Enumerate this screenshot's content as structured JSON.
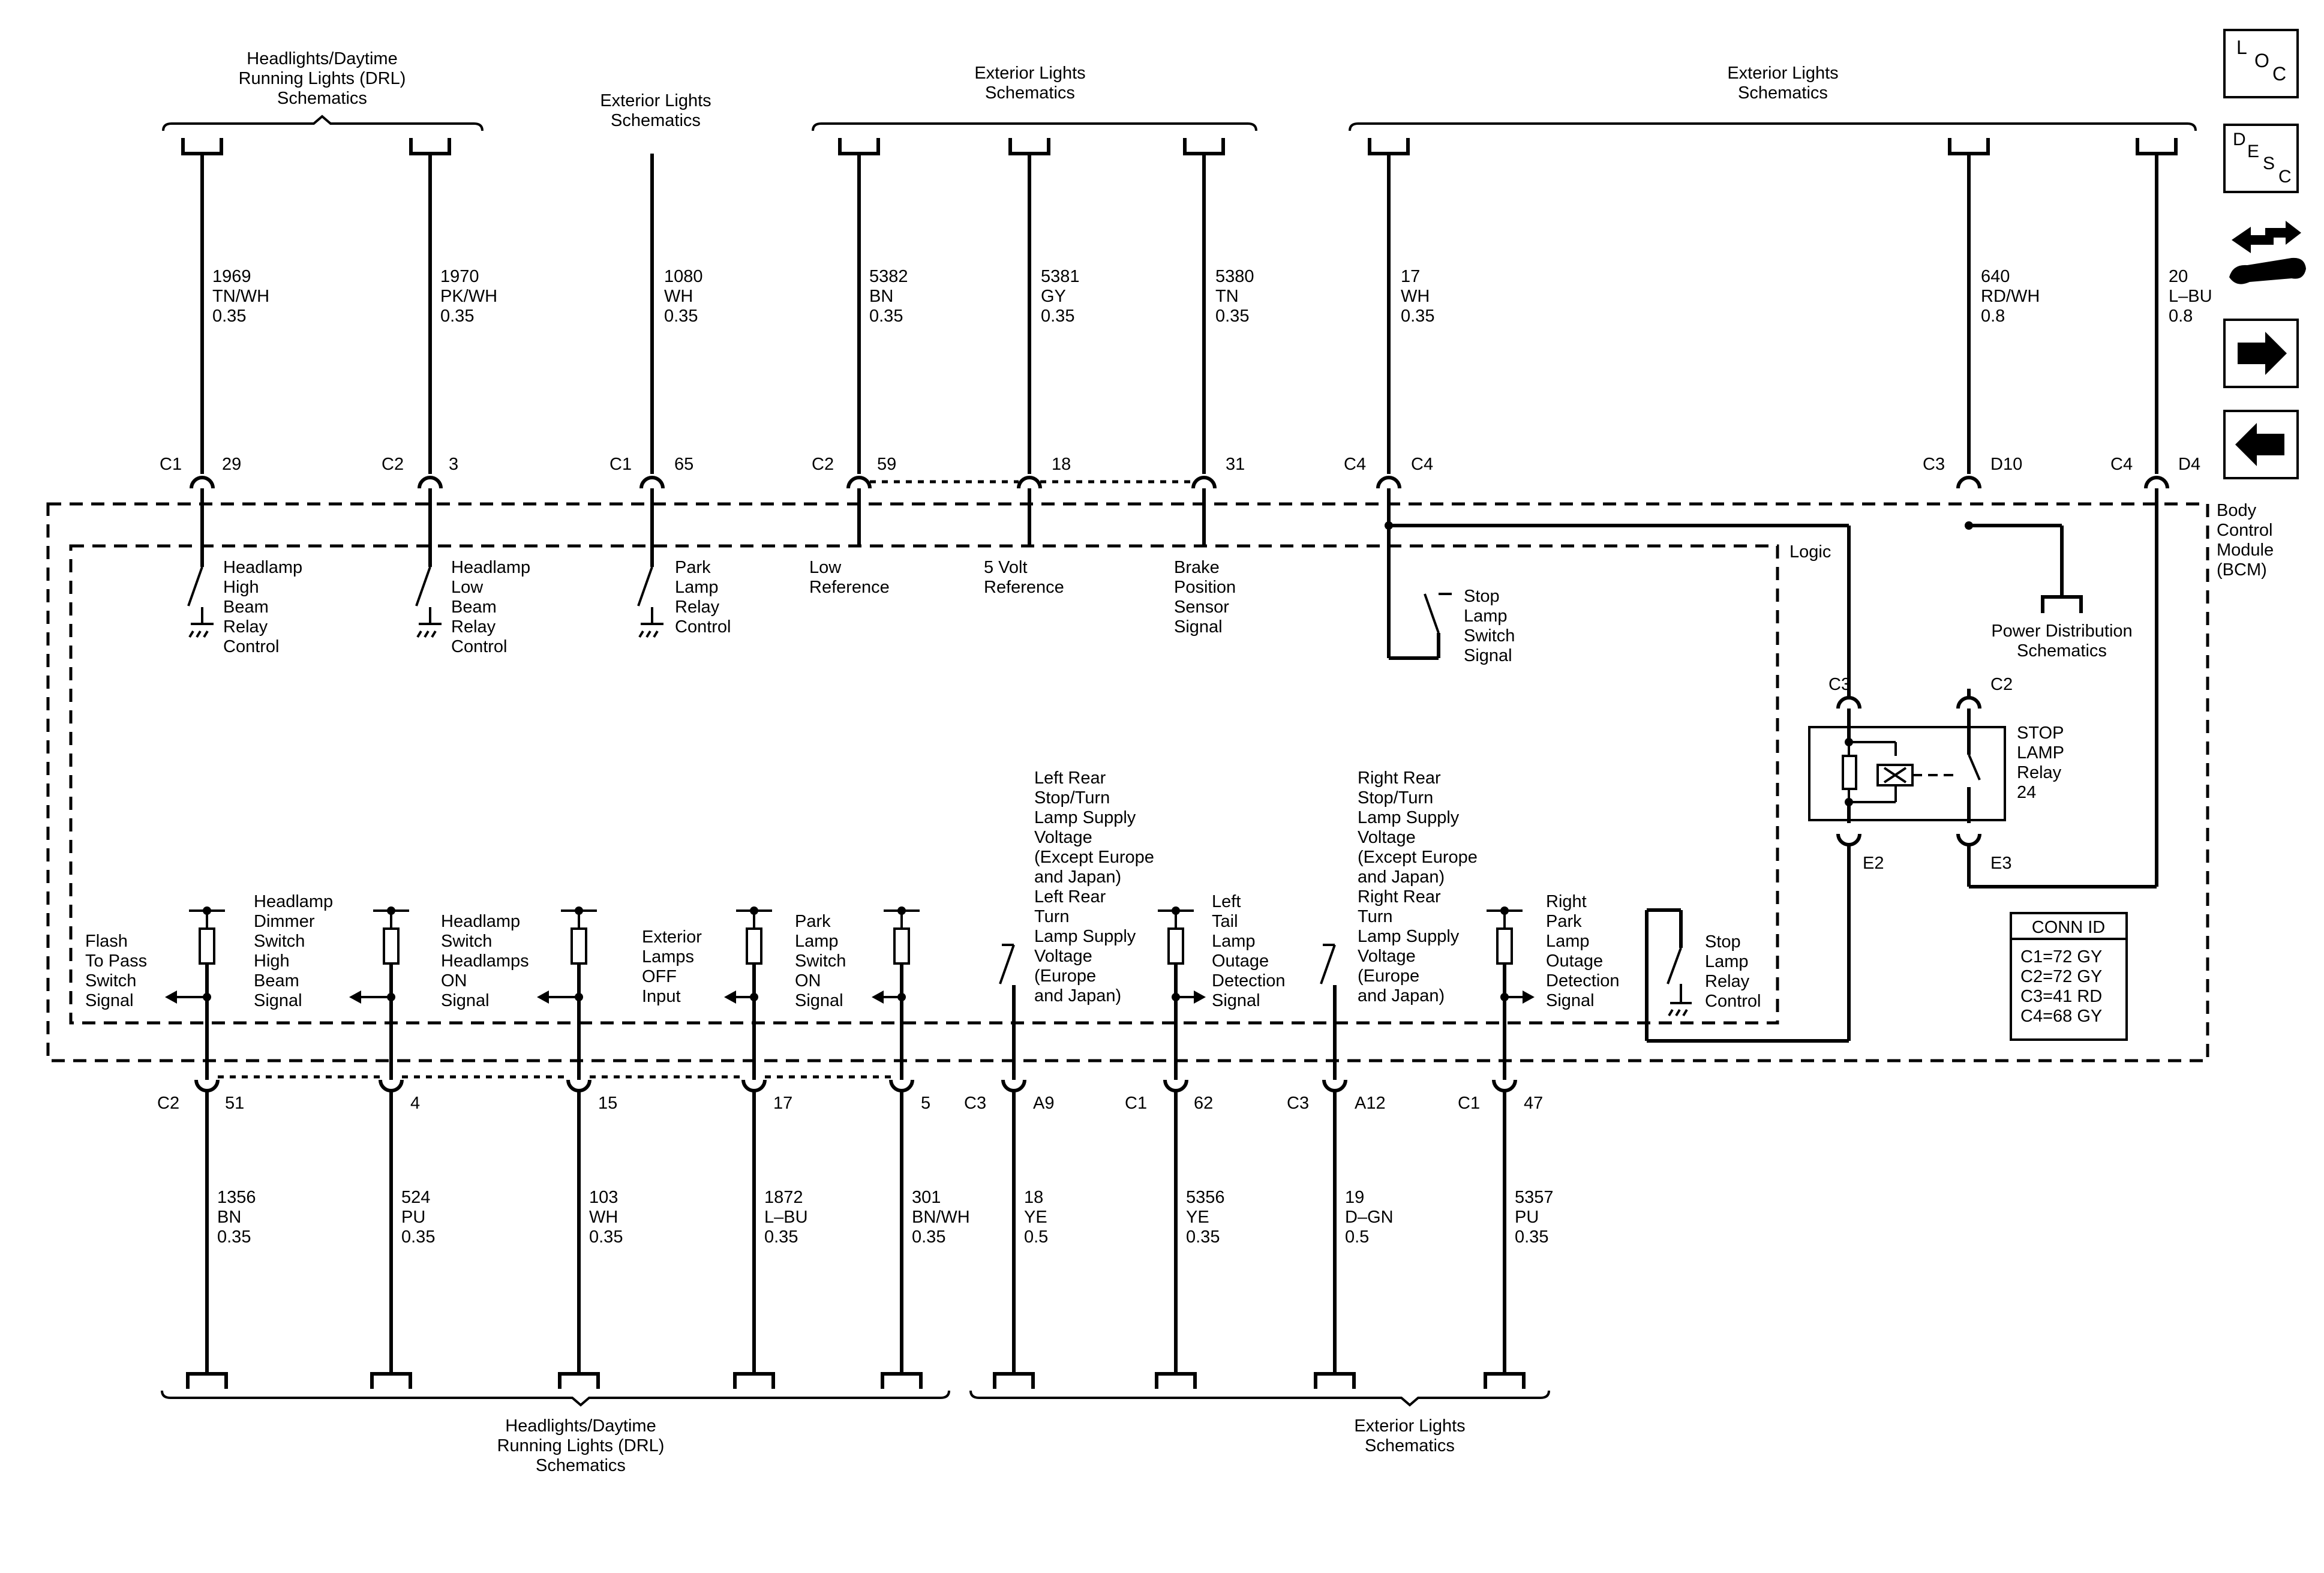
{
  "captions": {
    "top_drl": [
      "Headlights/Daytime",
      "Running Lights (DRL)",
      "Schematics"
    ],
    "top_ext1": [
      "Exterior Lights",
      "Schematics"
    ],
    "top_ext2": [
      "Exterior Lights",
      "Schematics"
    ],
    "top_ext3": [
      "Exterior Lights",
      "Schematics"
    ],
    "bottom_drl": [
      "Headlights/Daytime",
      "Running Lights (DRL)",
      "Schematics"
    ],
    "bottom_ext": [
      "Exterior Lights",
      "Schematics"
    ]
  },
  "bcm_label": [
    "Body",
    "Control",
    "Module",
    "(BCM)"
  ],
  "top_circuits": [
    {
      "wire": [
        "1969",
        "TN/WH",
        "0.35"
      ],
      "connector": "C1",
      "pin": "29"
    },
    {
      "wire": [
        "1970",
        "PK/WH",
        "0.35"
      ],
      "connector": "C2",
      "pin": "3"
    },
    {
      "wire": [
        "1080",
        "WH",
        "0.35"
      ],
      "connector": "C1",
      "pin": "65"
    },
    {
      "wire": [
        "5382",
        "BN",
        "0.35"
      ],
      "connector": "C2",
      "pin": "59"
    },
    {
      "wire": [
        "5381",
        "GY",
        "0.35"
      ],
      "connector": "",
      "pin": "18"
    },
    {
      "wire": [
        "5380",
        "TN",
        "0.35"
      ],
      "connector": "",
      "pin": "31"
    },
    {
      "wire": [
        "17",
        "WH",
        "0.35"
      ],
      "connector": "C4",
      "pin": "C4"
    },
    {
      "wire": [
        "640",
        "RD/WH",
        "0.8"
      ],
      "connector": "C3",
      "pin": "D10"
    },
    {
      "wire": [
        "20",
        "L–BU",
        "0.8"
      ],
      "connector": "C4",
      "pin": "D4"
    }
  ],
  "top_functions": {
    "headlamp_high": [
      "Headlamp",
      "High",
      "Beam",
      "Relay",
      "Control"
    ],
    "headlamp_low": [
      "Headlamp",
      "Low",
      "Beam",
      "Relay",
      "Control"
    ],
    "park_relay": [
      "Park",
      "Lamp",
      "Relay",
      "Control"
    ],
    "low_ref": [
      "Low",
      "Reference"
    ],
    "five_volt": [
      "5 Volt",
      "Reference"
    ],
    "brake_sensor": [
      "Brake",
      "Position",
      "Sensor",
      "Signal"
    ],
    "stop_switch": [
      "Stop",
      "Lamp",
      "Switch",
      "Signal"
    ],
    "logic": "Logic",
    "power_dist": [
      "Power Distribution",
      "Schematics"
    ]
  },
  "relay": {
    "label": [
      "STOP",
      "LAMP",
      "Relay",
      "24"
    ],
    "pins": {
      "c3": "C3",
      "c2": "C2",
      "e2": "E2",
      "e3": "E3"
    }
  },
  "bottom_functions": {
    "flash_to_pass": [
      "Flash",
      "To Pass",
      "Switch",
      "Signal"
    ],
    "dimmer": [
      "Headlamp",
      "Dimmer",
      "Switch",
      "High",
      "Beam",
      "Signal"
    ],
    "hl_on": [
      "Headlamp",
      "Switch",
      "Headlamps",
      "ON",
      "Signal"
    ],
    "ext_off": [
      "Exterior",
      "Lamps",
      "OFF",
      "Input"
    ],
    "park_on": [
      "Park",
      "Lamp",
      "Switch",
      "ON",
      "Signal"
    ],
    "left_rear": [
      "Left Rear",
      "Stop/Turn",
      "Lamp Supply",
      "Voltage",
      "(Except Europe",
      "and Japan)",
      "Left Rear",
      "Turn",
      "Lamp Supply",
      "Voltage",
      "(Europe",
      "and Japan)"
    ],
    "left_tail": [
      "Left",
      "Tail",
      "Lamp",
      "Outage",
      "Detection",
      "Signal"
    ],
    "right_rear": [
      "Right Rear",
      "Stop/Turn",
      "Lamp Supply",
      "Voltage",
      "(Except Europe",
      "and Japan)",
      "Right Rear",
      "Turn",
      "Lamp Supply",
      "Voltage",
      "(Europe",
      "and Japan)"
    ],
    "right_park": [
      "Right",
      "Park",
      "Lamp",
      "Outage",
      "Detection",
      "Signal"
    ],
    "stop_relay_ctrl": [
      "Stop",
      "Lamp",
      "Relay",
      "Control"
    ]
  },
  "bottom_circuits": [
    {
      "connector": "C2",
      "pin": "51",
      "wire": [
        "1356",
        "BN",
        "0.35"
      ]
    },
    {
      "connector": "",
      "pin": "4",
      "wire": [
        "524",
        "PU",
        "0.35"
      ]
    },
    {
      "connector": "",
      "pin": "15",
      "wire": [
        "103",
        "WH",
        "0.35"
      ]
    },
    {
      "connector": "",
      "pin": "17",
      "wire": [
        "1872",
        "L–BU",
        "0.35"
      ]
    },
    {
      "connector": "",
      "pin": "5",
      "wire": [
        "301",
        "BN/WH",
        "0.35"
      ]
    },
    {
      "connector": "C3",
      "pin": "A9",
      "wire": [
        "18",
        "YE",
        "0.5"
      ]
    },
    {
      "connector": "C1",
      "pin": "62",
      "wire": [
        "5356",
        "YE",
        "0.35"
      ]
    },
    {
      "connector": "C3",
      "pin": "A12",
      "wire": [
        "19",
        "D–GN",
        "0.5"
      ]
    },
    {
      "connector": "C1",
      "pin": "47",
      "wire": [
        "5357",
        "PU",
        "0.35"
      ]
    }
  ],
  "conn_id": {
    "title": "CONN ID",
    "rows": [
      "C1=72 GY",
      "C2=72 GY",
      "C3=41 RD",
      "C4=68 GY"
    ]
  },
  "sidebar": {
    "loc": [
      "L",
      "O",
      "C"
    ],
    "desc": [
      "D",
      "E",
      "S",
      "C"
    ],
    "icons": [
      "arrows-wrench-icon",
      "arrow-right-icon",
      "arrow-left-icon"
    ]
  }
}
